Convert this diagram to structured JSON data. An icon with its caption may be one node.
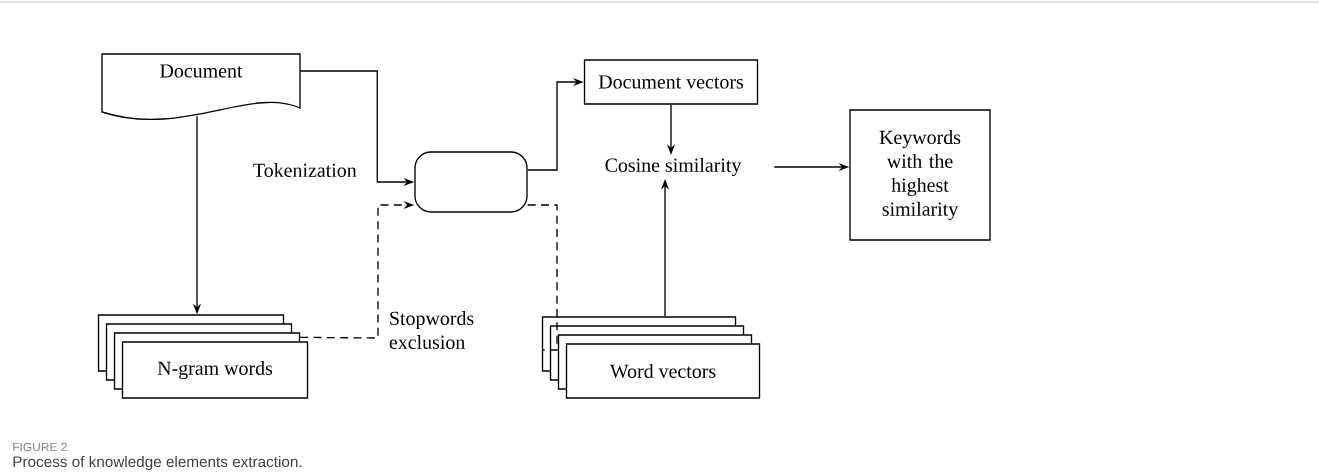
{
  "diagram": {
    "caption": "Process of knowledge elements extraction.",
    "nodes": [
      {
        "text": [
          "Document"
        ]
      },
      {
        "text": [],
        "shape": "box"
      },
      {
        "text": [
          "Document vectors"
        ]
      },
      {
        "text": [
          "Cosine similarity"
        ]
      },
      {
        "text": [
          "Keywords with the highest similarity"
        ]
      },
      {
        "text": [
          "N-gram words"
        ]
      },
      {
        "text": [
          "Word vectors"
        ]
      }
    ],
    "edges": [
      {
        "from": 0,
        "to": 1,
        "arrow": "to"
      },
      {
        "from": 0,
        "to": 5,
        "arrow": "to",
        "label": "Tokenization"
      },
      {
        "from": 5,
        "to": 1,
        "arrow": "to",
        "style": "dashed",
        "label": "Stopwords exclusion"
      },
      {
        "from": 1,
        "to": 2,
        "arrow": "to"
      },
      {
        "from": 1,
        "to": 6,
        "arrow": "none",
        "style": "dashed"
      },
      {
        "from": 2,
        "to": 3,
        "arrow": "to"
      },
      {
        "from": 6,
        "to": 3,
        "arrow": "to"
      },
      {
        "from": 3,
        "to": 4,
        "arrow": "to"
      }
    ],
    "labels": [
      "FIGURE 2"
    ]
  }
}
